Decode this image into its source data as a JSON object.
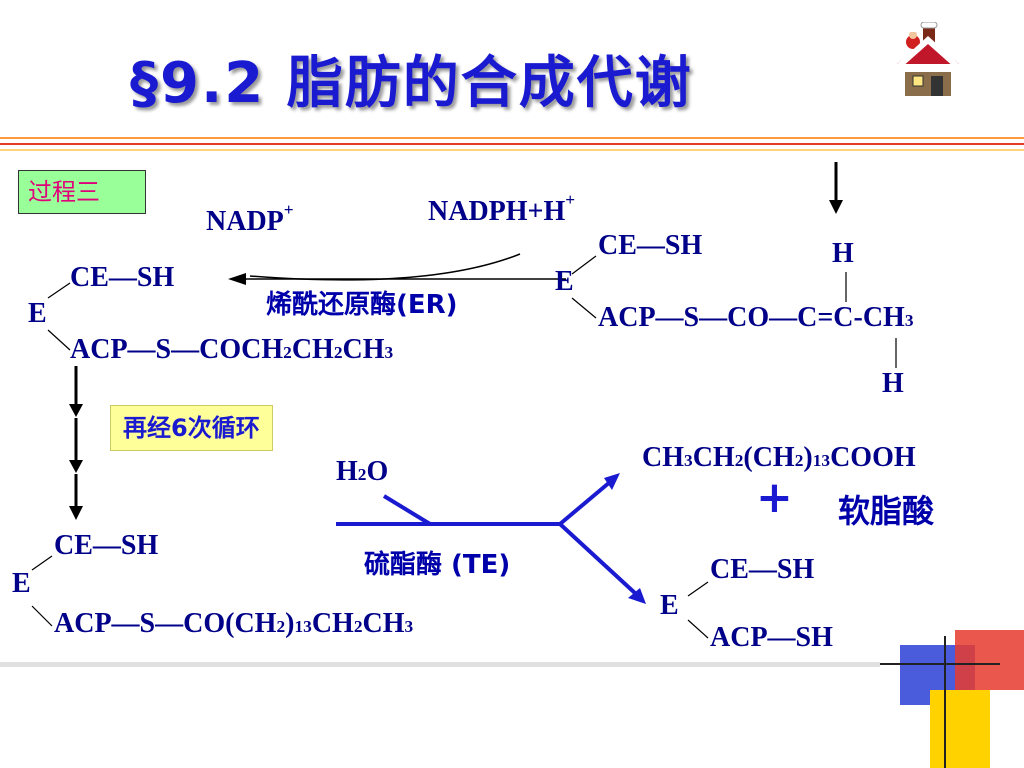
{
  "slide": {
    "title": "§9.2 脂肪的合成代谢",
    "process_label": "过程三",
    "cycle_label": "再经6次循环"
  },
  "reaction1": {
    "cofactor_in": "NADPH+H",
    "cofactor_in_sup": "+",
    "cofactor_out": "NADP",
    "cofactor_out_sup": "+",
    "enzyme": "烯酰还原酶(ER)",
    "substrate": {
      "e": "E",
      "ce": "CE—SH",
      "acp_prefix": "ACP—S—CO—C=C-CH",
      "acp_sub": "3",
      "h_top": "H",
      "h_bottom": "H"
    },
    "product": {
      "e": "E",
      "ce": "CE—SH",
      "acp_parts": [
        "ACP—S—COCH",
        "2",
        "CH",
        "2",
        "CH",
        "3"
      ]
    }
  },
  "reaction2": {
    "water_main": "H",
    "water_sub": "2",
    "water_end": "O",
    "enzyme": "硫酯酶 (TE)",
    "substrate": {
      "e": "E",
      "ce": "CE—SH",
      "acp_parts": [
        "ACP—S—CO(CH",
        "2",
        ")",
        "13",
        "CH",
        "2",
        "CH",
        "3"
      ]
    },
    "acid_formula_parts": [
      "CH",
      "3",
      "CH",
      "2",
      "(CH",
      "2",
      ")",
      "13",
      "COOH"
    ],
    "plus": "+",
    "acid_name": "软脂酸",
    "product": {
      "e": "E",
      "ce": "CE—SH",
      "acp": "ACP—SH"
    }
  },
  "colors": {
    "title": "#1a1ad0",
    "process_box_bg": "#99ff99",
    "process_text": "#e0007a",
    "cycle_box_bg": "#ffff99",
    "chem_text": "#000088",
    "accent_red": "#e63b2e",
    "accent_yellow": "#ffd200",
    "accent_blue": "#2a3fd6"
  },
  "icons": {
    "house": "snow-house-icon",
    "corner": "color-blocks-decoration"
  }
}
